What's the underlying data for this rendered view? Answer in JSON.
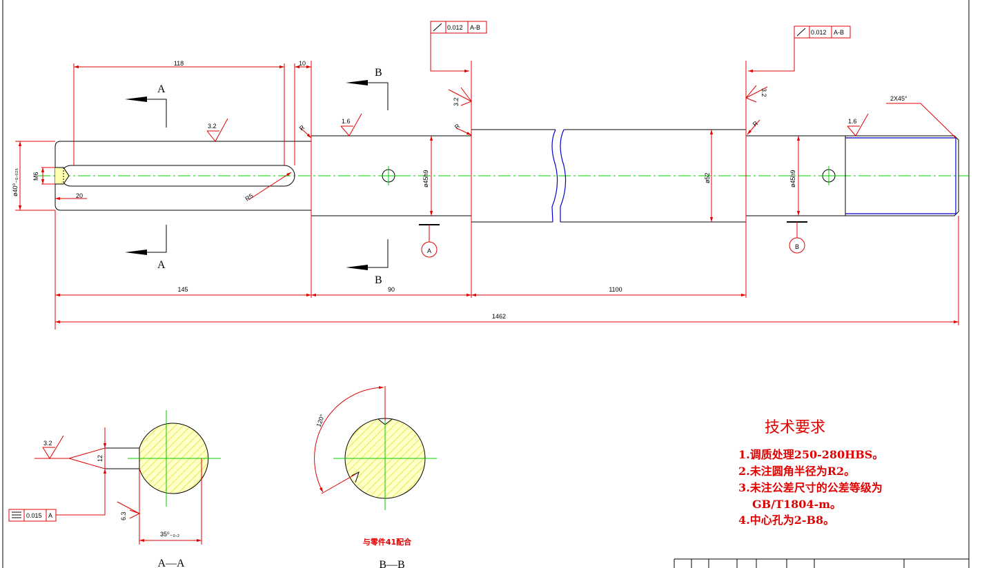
{
  "drawing": {
    "dimensions": {
      "d118": "118",
      "d10": "10",
      "d145": "145",
      "d90": "90",
      "d1100": "1100",
      "d1462": "1462",
      "d20": "20",
      "phi40": "ø40⁰₋₀.₀₂₅",
      "m6": "M6",
      "r5": "R5",
      "r1a": "R",
      "r1b": "R",
      "r1c": "R",
      "phi45a": "ø45h9",
      "phi52": "ø52",
      "phi45b": "ø45h9",
      "chamfer": "2X45°",
      "d12": "12",
      "d35": "35⁰₋₀.₂",
      "angle120": "120°"
    },
    "roughness": {
      "r32a": "3.2",
      "r16a": "1.6",
      "r32b": "3.2",
      "r32c": "3.2",
      "r16b": "1.6",
      "r32d": "3.2",
      "r63": "6.3"
    },
    "tolerance_frames": {
      "runout1": {
        "value": "0.012",
        "datum": "A-B"
      },
      "runout2": {
        "value": "0.012",
        "datum": "A-B"
      },
      "symmetry": {
        "value": "0.015",
        "datum": "A"
      }
    },
    "section_labels": {
      "a_top": "A",
      "a_bottom": "A",
      "b_top": "B",
      "b_bottom": "B",
      "datum_a": "A",
      "datum_b": "B",
      "section_aa": "A—A",
      "section_bb": "B—B"
    },
    "mating_note": "与零件41配合"
  },
  "notes": {
    "title": "技术要求",
    "items": [
      "1.调质处理250-280HBS。",
      "2.未注圆角半径为R2。",
      "3.未注公差尺寸的公差等级为",
      "GB/T1804-m。",
      "4.中心孔为2-B8。"
    ]
  }
}
